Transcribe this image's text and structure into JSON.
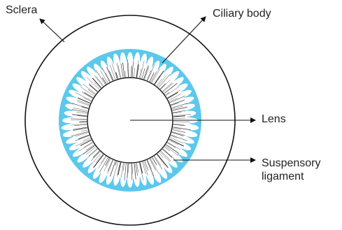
{
  "labels": {
    "sclera": "Sclera",
    "ciliary_body": "Ciliary body",
    "lens": "Lens",
    "suspensory_ligament_line1": "Suspensory",
    "suspensory_ligament_line2": "ligament"
  },
  "colors": {
    "ciliary_body": "#5bc8ec",
    "outline": "#111111",
    "ligament_fibers": "#555555"
  }
}
